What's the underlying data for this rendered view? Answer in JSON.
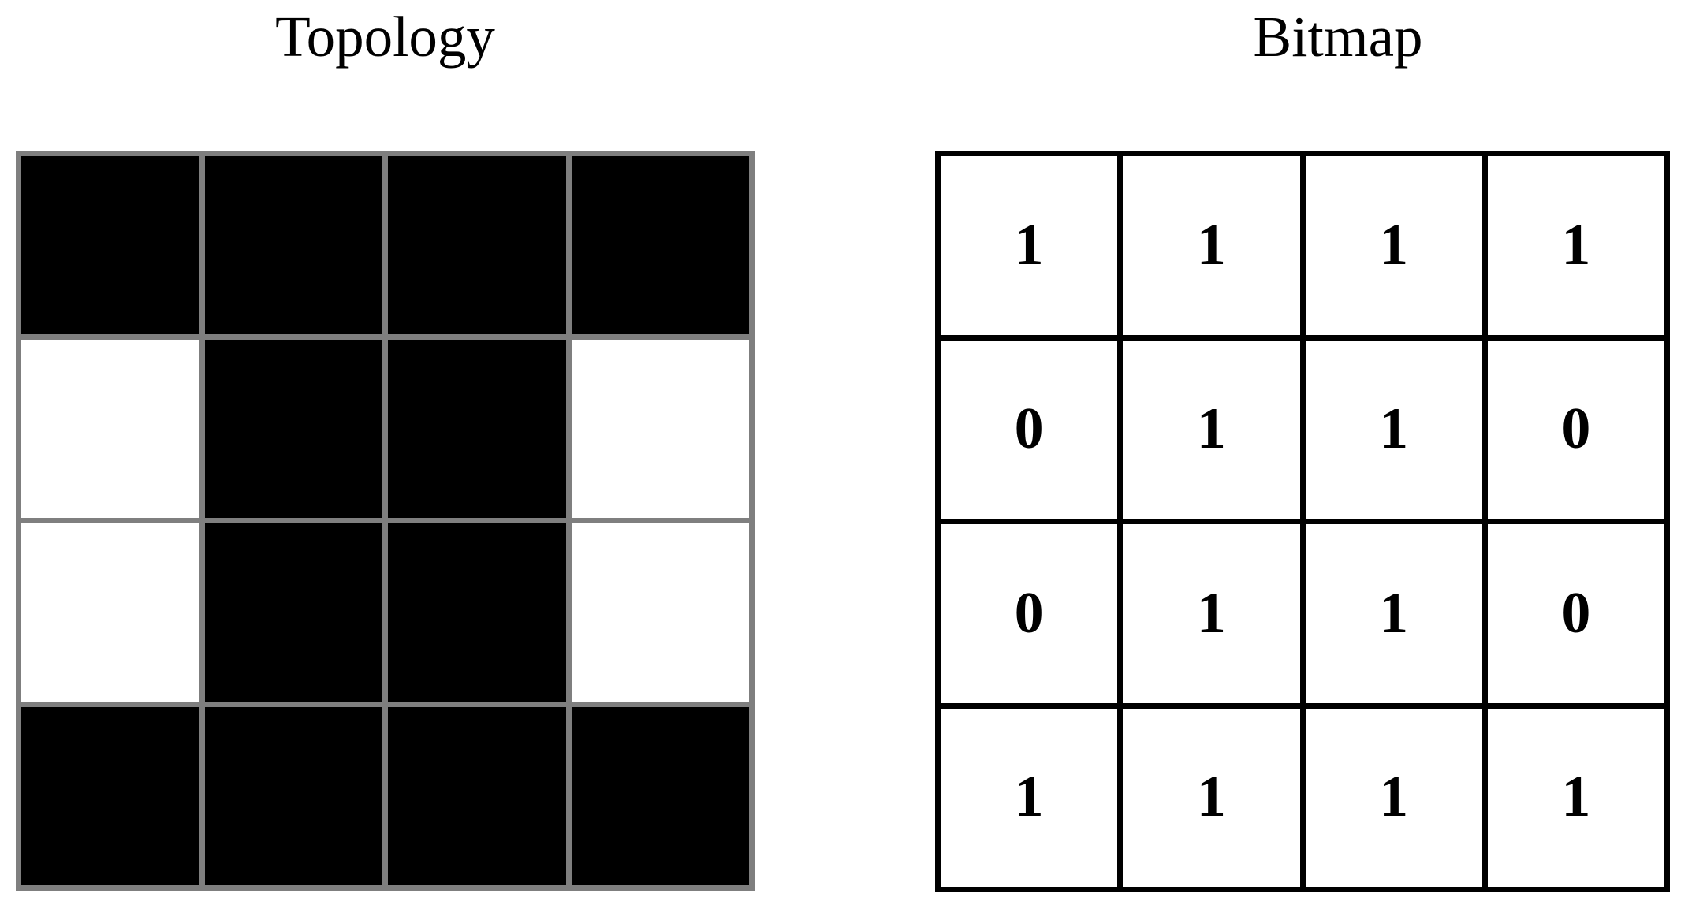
{
  "figure": {
    "background": "#ffffff",
    "text_color": "#000000"
  },
  "topology": {
    "title": "Topology",
    "line_color": "#7f7f7f",
    "filled_color": "#000000",
    "empty_color": "#ffffff",
    "rows": 4,
    "cols": 4,
    "grid": [
      [
        1,
        1,
        1,
        1
      ],
      [
        0,
        1,
        1,
        0
      ],
      [
        0,
        1,
        1,
        0
      ],
      [
        1,
        1,
        1,
        1
      ]
    ]
  },
  "bitmap": {
    "title": "Bitmap",
    "line_color": "#000000",
    "cell_color": "#ffffff",
    "text_color": "#000000",
    "rows": 4,
    "cols": 4,
    "grid": [
      [
        "1",
        "1",
        "1",
        "1"
      ],
      [
        "0",
        "1",
        "1",
        "0"
      ],
      [
        "0",
        "1",
        "1",
        "0"
      ],
      [
        "1",
        "1",
        "1",
        "1"
      ]
    ]
  }
}
